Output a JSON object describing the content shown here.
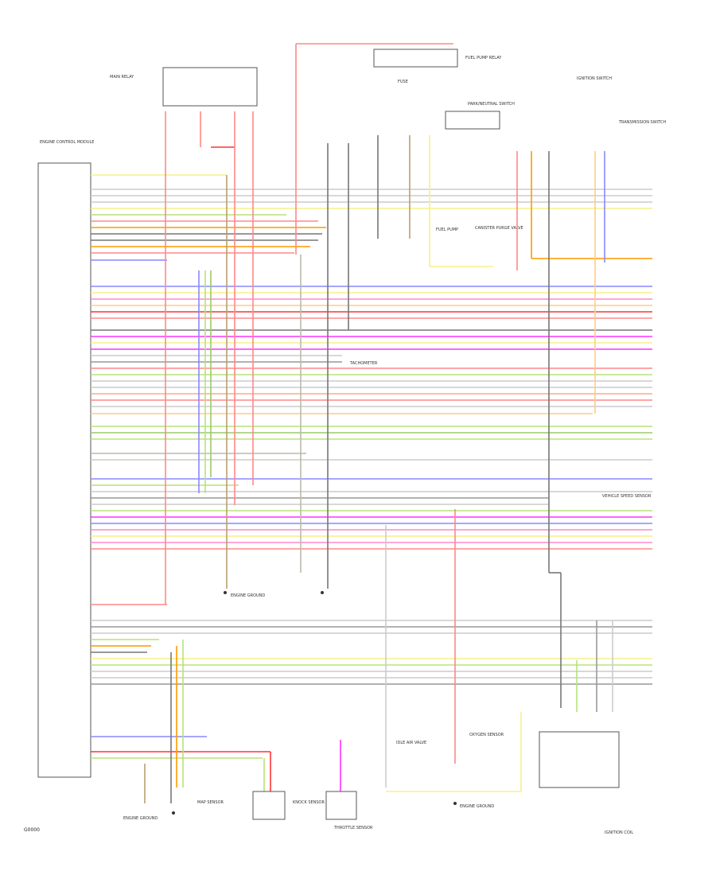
{
  "diagram": {
    "components": [
      {
        "id": "ecu",
        "label": "ENGINE CONTROL MODULE"
      },
      {
        "id": "main-relay",
        "label": "MAIN RELAY"
      },
      {
        "id": "fuel-pump-relay",
        "label": "FUEL PUMP RELAY"
      },
      {
        "id": "fuse",
        "label": "FUSE"
      },
      {
        "id": "ign-switch",
        "label": "IGNITION SWITCH"
      },
      {
        "id": "park-neutral",
        "label": "PARK/NEUTRAL SWITCH"
      },
      {
        "id": "trans-switch",
        "label": "TRANSMISSION SWITCH"
      },
      {
        "id": "fuel-pump",
        "label": "FUEL PUMP"
      },
      {
        "id": "canister",
        "label": "CANISTER PURGE VALVE"
      },
      {
        "id": "speed-sensor",
        "label": "VEHICLE SPEED SENSOR"
      },
      {
        "id": "engine-ground-1",
        "label": "ENGINE GROUND"
      },
      {
        "id": "engine-ground-2",
        "label": "ENGINE GROUND"
      },
      {
        "id": "engine-ground-3",
        "label": "ENGINE GROUND"
      },
      {
        "id": "knock-sensor",
        "label": "KNOCK SENSOR"
      },
      {
        "id": "throttle-sensor",
        "label": "THROTTLE SENSOR"
      },
      {
        "id": "idle-valve",
        "label": "IDLE AIR VALVE"
      },
      {
        "id": "o2-sensor",
        "label": "OXYGEN SENSOR"
      },
      {
        "id": "map-sensor",
        "label": "MAP SENSOR"
      },
      {
        "id": "ignition-coil",
        "label": "IGNITION COIL"
      }
    ],
    "tach_label": "TACHOMETER",
    "figure_ref": "G0000"
  }
}
